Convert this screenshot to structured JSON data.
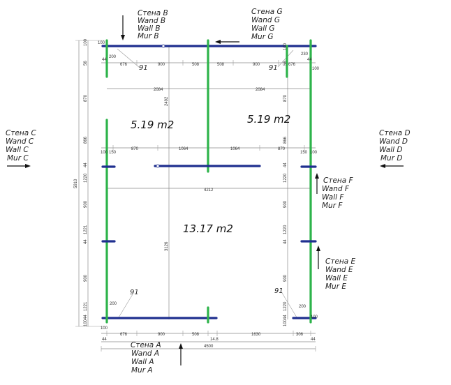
{
  "walls": {
    "B": [
      "Стена B",
      "Wand B",
      "Wall B",
      "Mur B"
    ],
    "G": [
      "Стена G",
      "Wand G",
      "Wall G",
      "Mur G"
    ],
    "C": [
      "Стена C",
      "Wand C",
      "Wall C",
      "Mur C"
    ],
    "D": [
      "Стена D",
      "Wand D",
      "Wall D",
      "Mur D"
    ],
    "F": [
      "Стена F",
      "Wand F",
      "Wall F",
      "Mur F"
    ],
    "E": [
      "Стена E",
      "Wand E",
      "Wall E",
      "Mur E"
    ],
    "A": [
      "Стена A",
      "Wand A",
      "Wall A",
      "Mur A"
    ]
  },
  "areas": {
    "left_room": "5.19 m2",
    "right_room": "5.19 m2",
    "main_room": "13.17  m2"
  },
  "markers": {
    "top_left": "91",
    "top_right": "91",
    "bottom_left": "91",
    "bottom_right": "91"
  },
  "dimensions": {
    "top_row": [
      "44",
      "676",
      "900",
      "508",
      "508",
      "900",
      "676",
      "44"
    ],
    "top_corner": [
      "100",
      "200",
      "230",
      "100"
    ],
    "span_2084_left": "2084",
    "span_2084_right": "2084",
    "mid_row": [
      "100",
      "150",
      "870",
      "1064",
      "1064",
      "870",
      "150",
      "100"
    ],
    "span_4212": "4212",
    "bottom_row": [
      "44",
      "676",
      "900",
      "508",
      "14.8",
      "1630",
      "306",
      "44"
    ],
    "bottom_corner": [
      "100",
      "200",
      "200",
      "100"
    ],
    "total_width": "4500",
    "total_height": "5910",
    "vertical_center_top": "2492",
    "vertical_center_main": "3126",
    "vertical_left": [
      "100",
      "56",
      "870",
      "866",
      "44",
      "1220",
      "900",
      "1221",
      "44",
      "900",
      "1221",
      "44",
      "100"
    ],
    "vertical_right": [
      "100",
      "56",
      "870",
      "866",
      "44",
      "1220",
      "900",
      "1220",
      "44",
      "900",
      "1220",
      "44",
      "100"
    ]
  }
}
